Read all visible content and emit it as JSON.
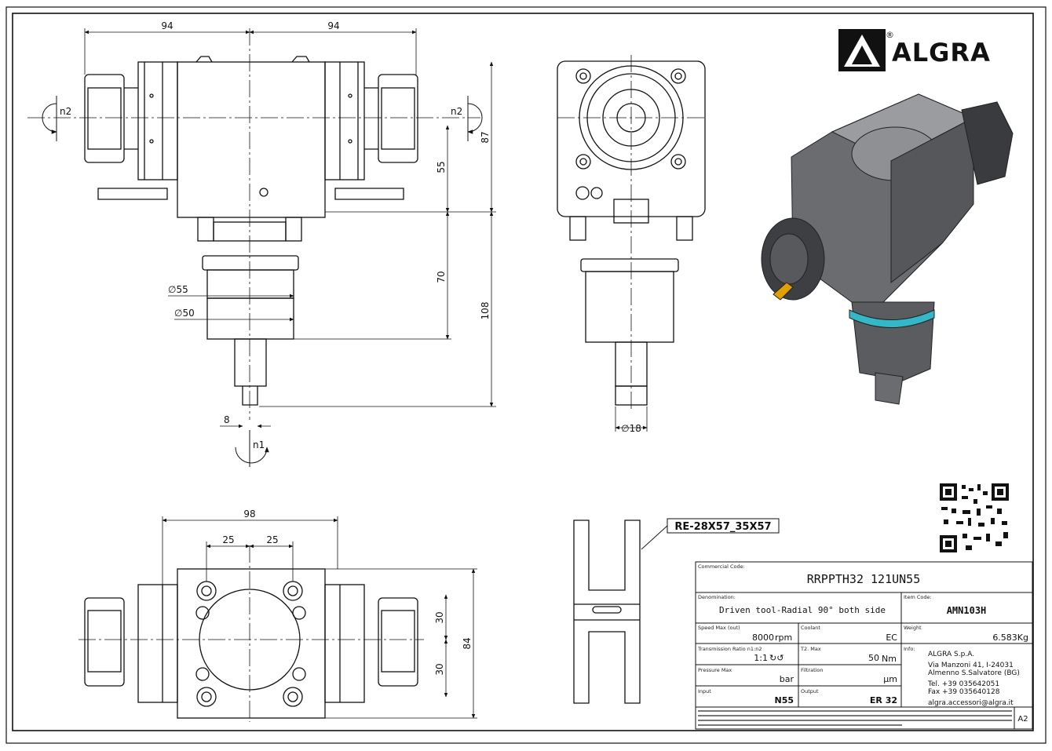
{
  "brand": {
    "name": "ALGRA",
    "registered": "®"
  },
  "dims": {
    "front_left_width": "94",
    "front_right_width": "94",
    "front_h87": "87",
    "front_h55": "55",
    "front_h70": "70",
    "front_h108": "108",
    "dia55": "∅55",
    "dia50": "∅50",
    "shaft8": "8",
    "side_dia18": "∅18",
    "bottom_98": "98",
    "bottom_25a": "25",
    "bottom_25b": "25",
    "bottom_84": "84",
    "bottom_30a": "30",
    "bottom_30b": "30"
  },
  "rotation": {
    "n1": "n1",
    "n2_left": "n2",
    "n2_right": "n2"
  },
  "detail_callout": "RE-28X57_35X57",
  "title_block": {
    "commercial_code_label": "Commercial Code:",
    "commercial_code": "RRPPTH32 121UN55",
    "denomination_label": "Denomination:",
    "denomination": "Driven tool-Radial 90° both side",
    "item_code_label": "Item Code:",
    "item_code": "AMN103H",
    "speed_label": "Speed Max (out)",
    "speed_value": "8000",
    "speed_unit": "rpm",
    "coolant_label": "Coolant",
    "coolant_value": "EC",
    "weight_label": "Weight",
    "weight_value": "6.583Kg",
    "ratio_label": "Transmission Ratio n1:n2",
    "ratio_value": "1:1",
    "ratio_symbols": "↻↺",
    "torque_label": "T2. Max",
    "torque_value": "50",
    "torque_unit": "Nm",
    "info_label": "Info:",
    "pressure_label": "Pressure Max",
    "pressure_unit": "bar",
    "filtration_label": "Filtration",
    "filtration_unit": "µm",
    "input_label": "Input",
    "input_value": "N55",
    "output_label": "Output",
    "output_value": "ER 32",
    "company": "ALGRA S.p.A.",
    "address1": "Via Manzoni 41, I-24031",
    "address2": "Almenno S.Salvatore (BG)",
    "tel": "Tel. +39 035642051",
    "fax": "Fax +39 035640128",
    "email": "algra.accessori@algra.it",
    "sheet_size": "A2"
  }
}
